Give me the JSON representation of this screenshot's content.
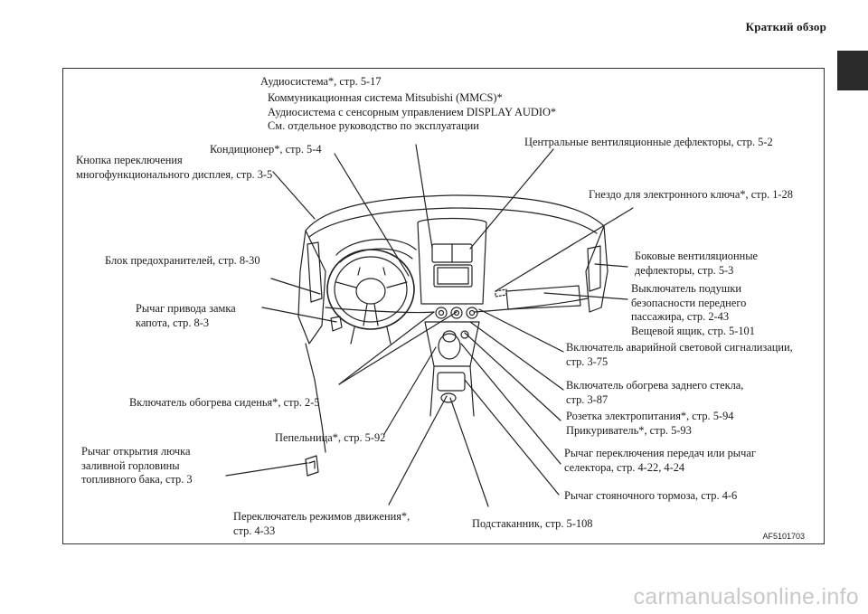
{
  "header": {
    "title": "Краткий обзор"
  },
  "figure_code": "AF5101703",
  "watermark": "carmanualsonline.info",
  "callouts": {
    "audio": "Аудиосистема*, стр. 5-17",
    "mmcs": "Коммуникационная система Mitsubishi (MMCS)*\nАудиосистема с сенсорным управлением DISPLAY AUDIO*\nСм. отдельное руководство по эксплуатации",
    "ac": "Кондиционер*, стр. 5-4",
    "display_switch": "Кнопка переключения\nмногофункционального дисплея, стр. 3-5",
    "center_vents": "Центральные вентиляционные дефлекторы, стр. 5-2",
    "key_slot": "Гнездо для электронного ключа*, стр. 1-28",
    "fuse": "Блок предохранителей, стр. 8-30",
    "side_vents": "Боковые вентиляционные\nдефлекторы, стр. 5-3",
    "hood": "Рычаг привода замка\nкапота, стр. 8-3",
    "airbag": "Выключатель подушки\nбезопасности переднего\nпассажира, стр. 2-43\nВещевой ящик, стр. 5-101",
    "hazard": "Включатель аварийной световой сигнализации,\nстр. 3-75",
    "rear_defog": "Включатель обогрева заднего стекла,\nстр. 3-87",
    "seat_heat": "Включатель обогрева сиденья*, стр. 2-5",
    "socket": "Розетка электропитания*, стр. 5-94\nПрикуриватель*, стр. 5-93",
    "ashtray": "Пепельница*, стр. 5-92",
    "fuel_lid": "Рычаг открытия лючка\nзаливной горловины\nтопливного бака, стр. 3",
    "shift": "Рычаг переключения передач или рычаг\nселектора, стр. 4-22, 4-24",
    "parking": "Рычаг стояночного тормоза, стр. 4-6",
    "drive_mode": "Переключатель режимов движения*,\nстр. 4-33",
    "cupholder": "Подстаканник, стр. 5-108"
  }
}
